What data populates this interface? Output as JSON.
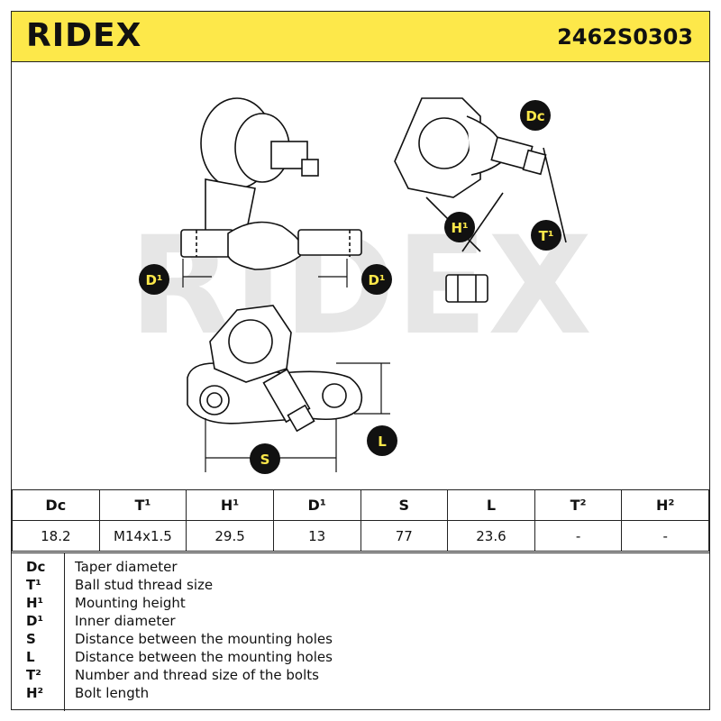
{
  "header": {
    "brand": "RIDEX",
    "part_number": "2462S0303"
  },
  "drawing": {
    "watermark": "RIDEX",
    "callouts": {
      "dc": "Dc",
      "h1": "H¹",
      "t1": "T¹",
      "d1_left": "D¹",
      "d1_right": "D¹",
      "s": "S",
      "l": "L"
    }
  },
  "spec_table": {
    "headers": [
      "Dc",
      "T¹",
      "H¹",
      "D¹",
      "S",
      "L",
      "T²",
      "H²"
    ],
    "values": [
      "18.2",
      "M14x1.5",
      "29.5",
      "13",
      "77",
      "23.6",
      "-",
      "-"
    ]
  },
  "legend": [
    {
      "key": "Dc",
      "desc": "Taper diameter"
    },
    {
      "key": "T¹",
      "desc": "Ball stud thread size"
    },
    {
      "key": "H¹",
      "desc": "Mounting height"
    },
    {
      "key": "D¹",
      "desc": "Inner diameter"
    },
    {
      "key": "S",
      "desc": "Distance between the mounting holes"
    },
    {
      "key": "L",
      "desc": "Distance between the mounting holes"
    },
    {
      "key": "T²",
      "desc": "Number and thread size of the bolts"
    },
    {
      "key": "H²",
      "desc": "Bolt length"
    }
  ],
  "colors": {
    "header_bg": "#fde84a",
    "callout_bg": "#111111",
    "callout_fg": "#fde84a",
    "watermark": "#e6e6e6"
  }
}
